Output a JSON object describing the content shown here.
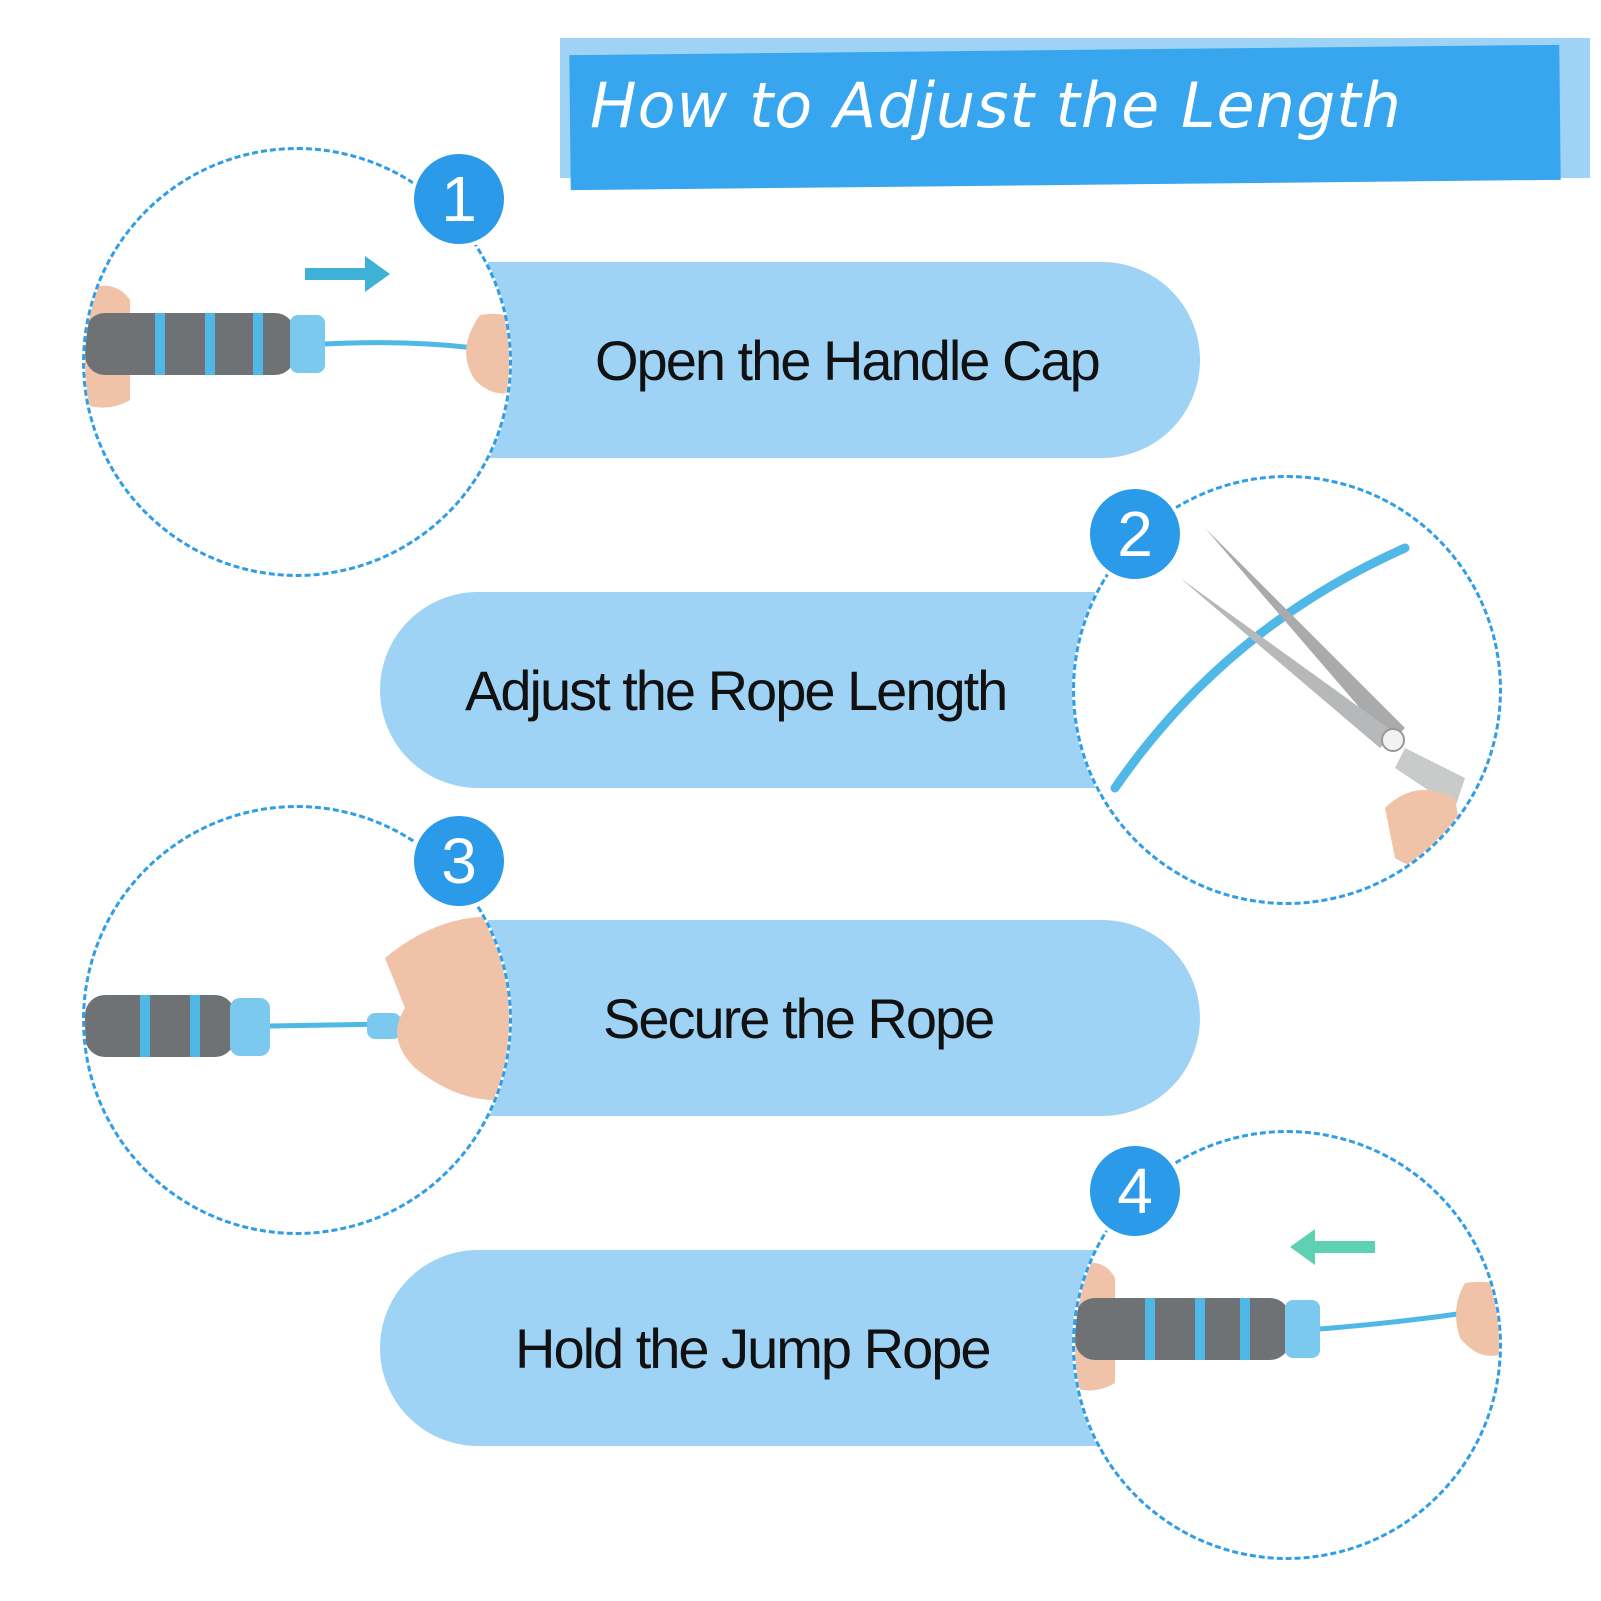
{
  "header": {
    "title": "How to Adjust the Length"
  },
  "steps": [
    {
      "number": "1",
      "label": "Open the Handle Cap"
    },
    {
      "number": "2",
      "label": "Adjust the Rope Length"
    },
    {
      "number": "3",
      "label": "Secure the Rope"
    },
    {
      "number": "4",
      "label": "Hold the Jump Rope"
    }
  ],
  "colors": {
    "banner": "#37a6ee",
    "banner_shadow": "#9fd3f5",
    "pill": "#9fd3f5",
    "badge": "#2b9ae8",
    "dashed_border": "#2f9ee6",
    "handle_foam": "#6f7275",
    "rope": "#4fb8e6"
  },
  "icons": {
    "step1": "handle-cap-open-photo",
    "step2": "scissors-cutting-rope-photo",
    "step3": "securing-rope-photo",
    "step4": "holding-jump-rope-photo"
  }
}
